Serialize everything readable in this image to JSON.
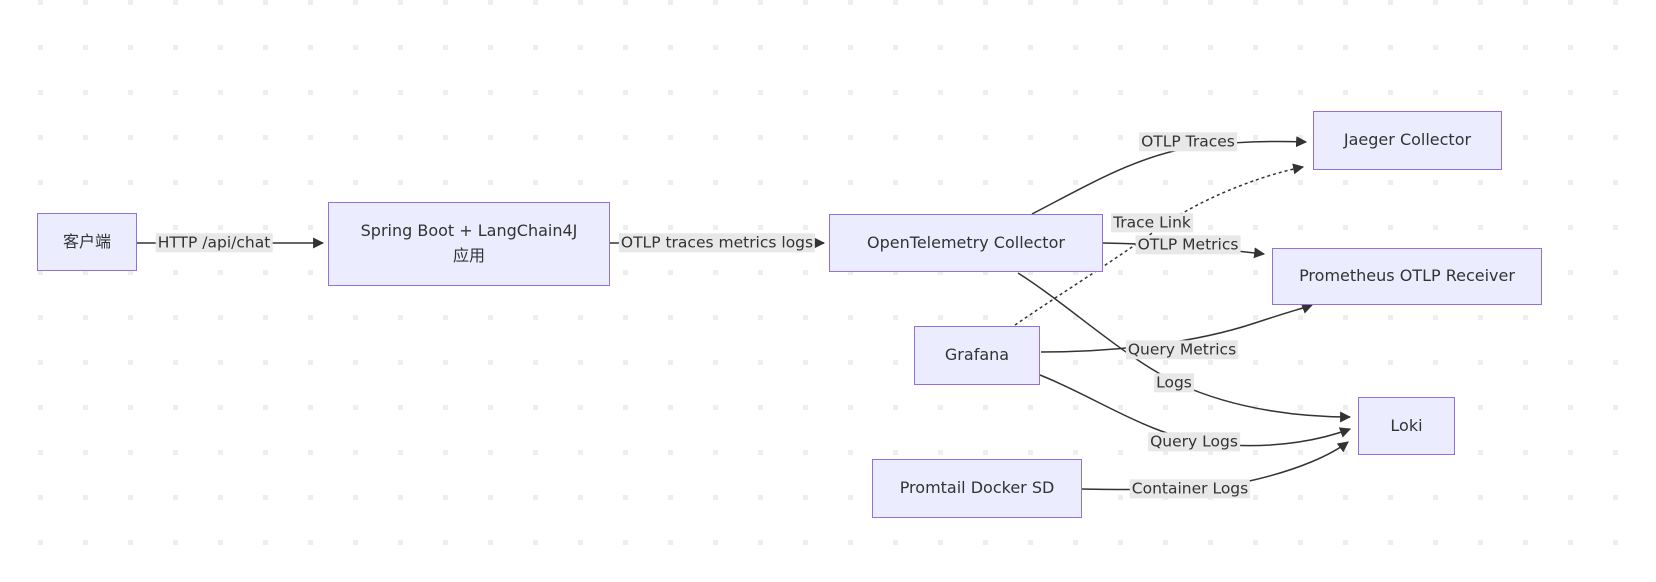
{
  "diagram": {
    "type": "flowchart-LR",
    "nodes": {
      "client": {
        "label": "客户端"
      },
      "app": {
        "label_line1": "Spring Boot + LangChain4J",
        "label_line2": "应用"
      },
      "otel": {
        "label": "OpenTelemetry Collector"
      },
      "jaeger": {
        "label": "Jaeger Collector"
      },
      "prometheus": {
        "label": "Prometheus OTLP Receiver"
      },
      "grafana": {
        "label": "Grafana"
      },
      "loki": {
        "label": "Loki"
      },
      "promtail": {
        "label": "Promtail Docker SD"
      }
    },
    "edges": [
      {
        "from": "client",
        "to": "app",
        "label": "HTTP /api/chat",
        "style": "solid"
      },
      {
        "from": "app",
        "to": "otel",
        "label": "OTLP traces metrics logs",
        "style": "solid"
      },
      {
        "from": "otel",
        "to": "jaeger",
        "label": "OTLP Traces",
        "style": "solid"
      },
      {
        "from": "otel",
        "to": "prometheus",
        "label": "OTLP Metrics",
        "style": "solid"
      },
      {
        "from": "otel",
        "to": "loki",
        "label": "Logs",
        "style": "solid"
      },
      {
        "from": "grafana",
        "to": "jaeger",
        "label": "Trace Link",
        "style": "dotted"
      },
      {
        "from": "grafana",
        "to": "prometheus",
        "label": "Query Metrics",
        "style": "solid"
      },
      {
        "from": "grafana",
        "to": "loki",
        "label": "Query Logs",
        "style": "solid"
      },
      {
        "from": "promtail",
        "to": "loki",
        "label": "Container Logs",
        "style": "solid"
      }
    ],
    "colors": {
      "background": "#ffffff",
      "grid_dot": "#eeeeee",
      "node_fill": "#ECECFF",
      "node_border": "#9370DB",
      "edge": "#333333",
      "label_bg": "#e8e8e8",
      "text": "#333333"
    }
  }
}
